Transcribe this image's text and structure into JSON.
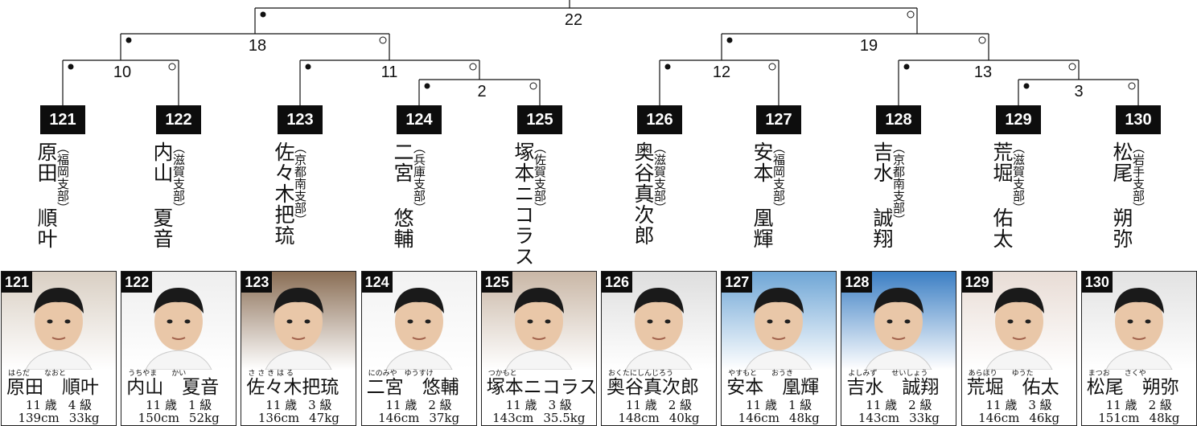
{
  "bracket": {
    "top_match": "22",
    "matches": [
      "18",
      "19",
      "10",
      "11",
      "12",
      "13",
      "2",
      "3"
    ]
  },
  "players": [
    {
      "id": "121",
      "name": "原田　順叶",
      "name_vertical": "原田 順叶",
      "ruby": "はらだ　　なおと",
      "branch": "（福岡支部）",
      "age": "11 歳",
      "grade": "4 級",
      "height": "139cm",
      "weight": "33kg",
      "bg": "#d9cfc3"
    },
    {
      "id": "122",
      "name": "内山　夏音",
      "name_vertical": "内山 夏音",
      "ruby": "うちやま　　かい",
      "branch": "（滋賀支部）",
      "age": "11 歳",
      "grade": "1 級",
      "height": "150cm",
      "weight": "52kg",
      "bg": "#eeeeee"
    },
    {
      "id": "123",
      "name": "佐々木把琉",
      "name_vertical": "佐々木把琉",
      "ruby": "さ さ き は る",
      "branch": "（京都南支部）",
      "age": "11 歳",
      "grade": "3 級",
      "height": "136cm",
      "weight": "47kg",
      "bg": "#8a6e55"
    },
    {
      "id": "124",
      "name": "二宮　悠輔",
      "name_vertical": "二宮 悠輔",
      "ruby": "にのみや　ゆうすけ",
      "branch": "（兵庫支部）",
      "age": "11 歳",
      "grade": "2 級",
      "height": "146cm",
      "weight": "37kg",
      "bg": "#f2f2f2"
    },
    {
      "id": "125",
      "name": "塚本ニコラス",
      "name_vertical": "塚本ニコラス",
      "ruby": "つかもと",
      "branch": "（佐賀支部）",
      "age": "11 歳",
      "grade": "3 級",
      "height": "143cm",
      "weight": "35.5kg",
      "bg": "#c9b7a6"
    },
    {
      "id": "126",
      "name": "奥谷真次郎",
      "name_vertical": "奥谷真次郎",
      "ruby": "おくたにしんじろう",
      "branch": "（滋賀支部）",
      "age": "11 歳",
      "grade": "2 級",
      "height": "148cm",
      "weight": "40kg",
      "bg": "#dedede"
    },
    {
      "id": "127",
      "name": "安本　凰輝",
      "name_vertical": "安本 凰輝",
      "ruby": "やすもと　　おうき",
      "branch": "（福岡支部）",
      "age": "11 歳",
      "grade": "1 級",
      "height": "146cm",
      "weight": "48kg",
      "bg": "#6fa6d6"
    },
    {
      "id": "128",
      "name": "吉水　誠翔",
      "name_vertical": "吉水 誠翔",
      "ruby": "よしみず　　せいしょう",
      "branch": "（京都南支部）",
      "age": "11 歳",
      "grade": "2 級",
      "height": "143cm",
      "weight": "33kg",
      "bg": "#3c7fc4"
    },
    {
      "id": "129",
      "name": "荒堀　佑太",
      "name_vertical": "荒堀 佑太",
      "ruby": "あらほり　　ゆうた",
      "branch": "（滋賀支部）",
      "age": "11 歳",
      "grade": "3 級",
      "height": "146cm",
      "weight": "46kg",
      "bg": "#e8dcd5"
    },
    {
      "id": "130",
      "name": "松尾　朔弥",
      "name_vertical": "松尾 朔弥",
      "ruby": "まつお　　さくや",
      "branch": "（岩手支部）",
      "age": "11 歳",
      "grade": "2 級",
      "height": "151cm",
      "weight": "48kg",
      "bg": "#e2e2e2"
    }
  ],
  "colors": {
    "box": "#0d0d0d",
    "line": "#111111"
  }
}
